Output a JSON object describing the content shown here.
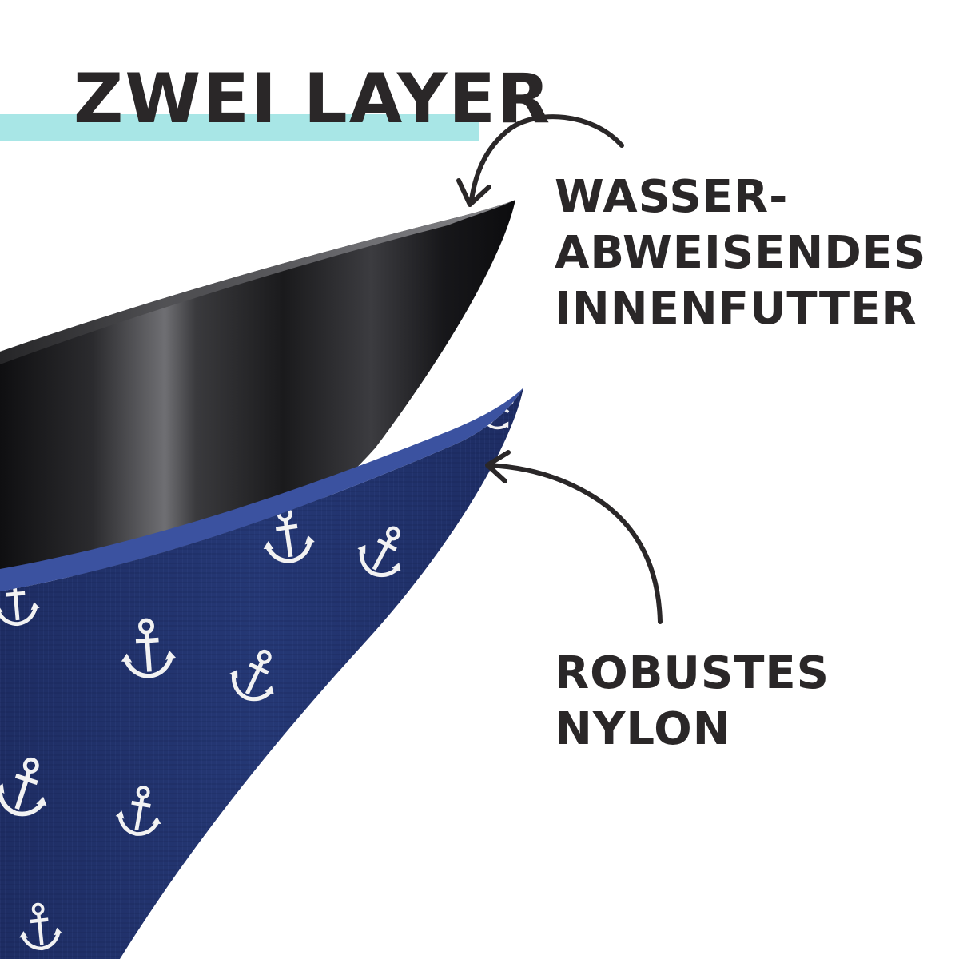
{
  "headline": "ZWEI LAYER",
  "labels": {
    "inner": [
      "WASSER-",
      "ABWEISENDES",
      "INNENFUTTER"
    ],
    "outer": [
      "ROBUSTES",
      "NYLON"
    ]
  },
  "colors": {
    "accent_bar": "#a8e6e6",
    "text": "#2a2728",
    "inner_layer": "#1c1c1e",
    "outer_layer": "#24356f",
    "anchor_print": "#f2f2f2"
  },
  "icons": {
    "print_motif": "anchor-icon",
    "callout": "curved-arrow-icon"
  }
}
